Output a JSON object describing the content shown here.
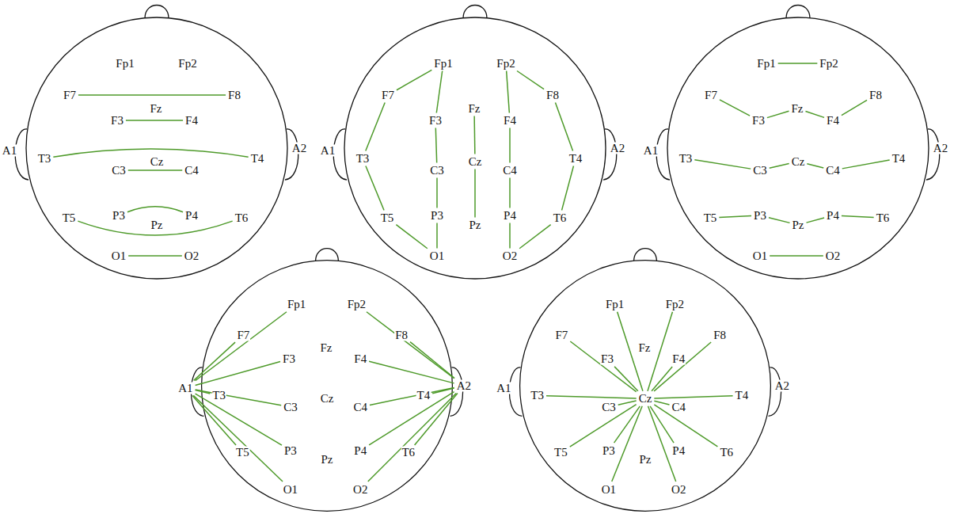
{
  "diagram": {
    "labels": [
      "Fp1",
      "Fp2",
      "F7",
      "F8",
      "Fz",
      "F3",
      "F4",
      "A1",
      "T3",
      "Cz",
      "C3",
      "C4",
      "T4",
      "A2",
      "T5",
      "P3",
      "Pz",
      "P4",
      "T6",
      "O1",
      "O2",
      "Fp1",
      "Fp2",
      "F7",
      "F8",
      "Fz",
      "F3",
      "F4",
      "A1",
      "T3",
      "Cz",
      "C3",
      "C4",
      "T4",
      "A2",
      "T5",
      "P3",
      "Pz",
      "P4",
      "T6",
      "O1",
      "O2",
      "Fp1",
      "Fp2",
      "F7",
      "F8",
      "Fz",
      "F3",
      "F4",
      "A1",
      "T3",
      "Cz",
      "C3",
      "C4",
      "T4",
      "A2",
      "T5",
      "P3",
      "Pz",
      "P4",
      "T6",
      "O1",
      "O2",
      "Fp1",
      "Fp2",
      "F7",
      "F8",
      "Fz",
      "F3",
      "F4",
      "A1",
      "T3",
      "Cz",
      "C3",
      "C4",
      "T4",
      "A2",
      "T5",
      "P3",
      "Pz",
      "P4",
      "T6",
      "O1",
      "O2",
      "Fp1",
      "Fp2",
      "F7",
      "F8",
      "Fz",
      "F3",
      "F4",
      "A1",
      "T3",
      "Cz",
      "C3",
      "C4",
      "T4",
      "A2",
      "T5",
      "P3",
      "Pz",
      "P4",
      "T6",
      "O1",
      "O2"
    ]
  }
}
